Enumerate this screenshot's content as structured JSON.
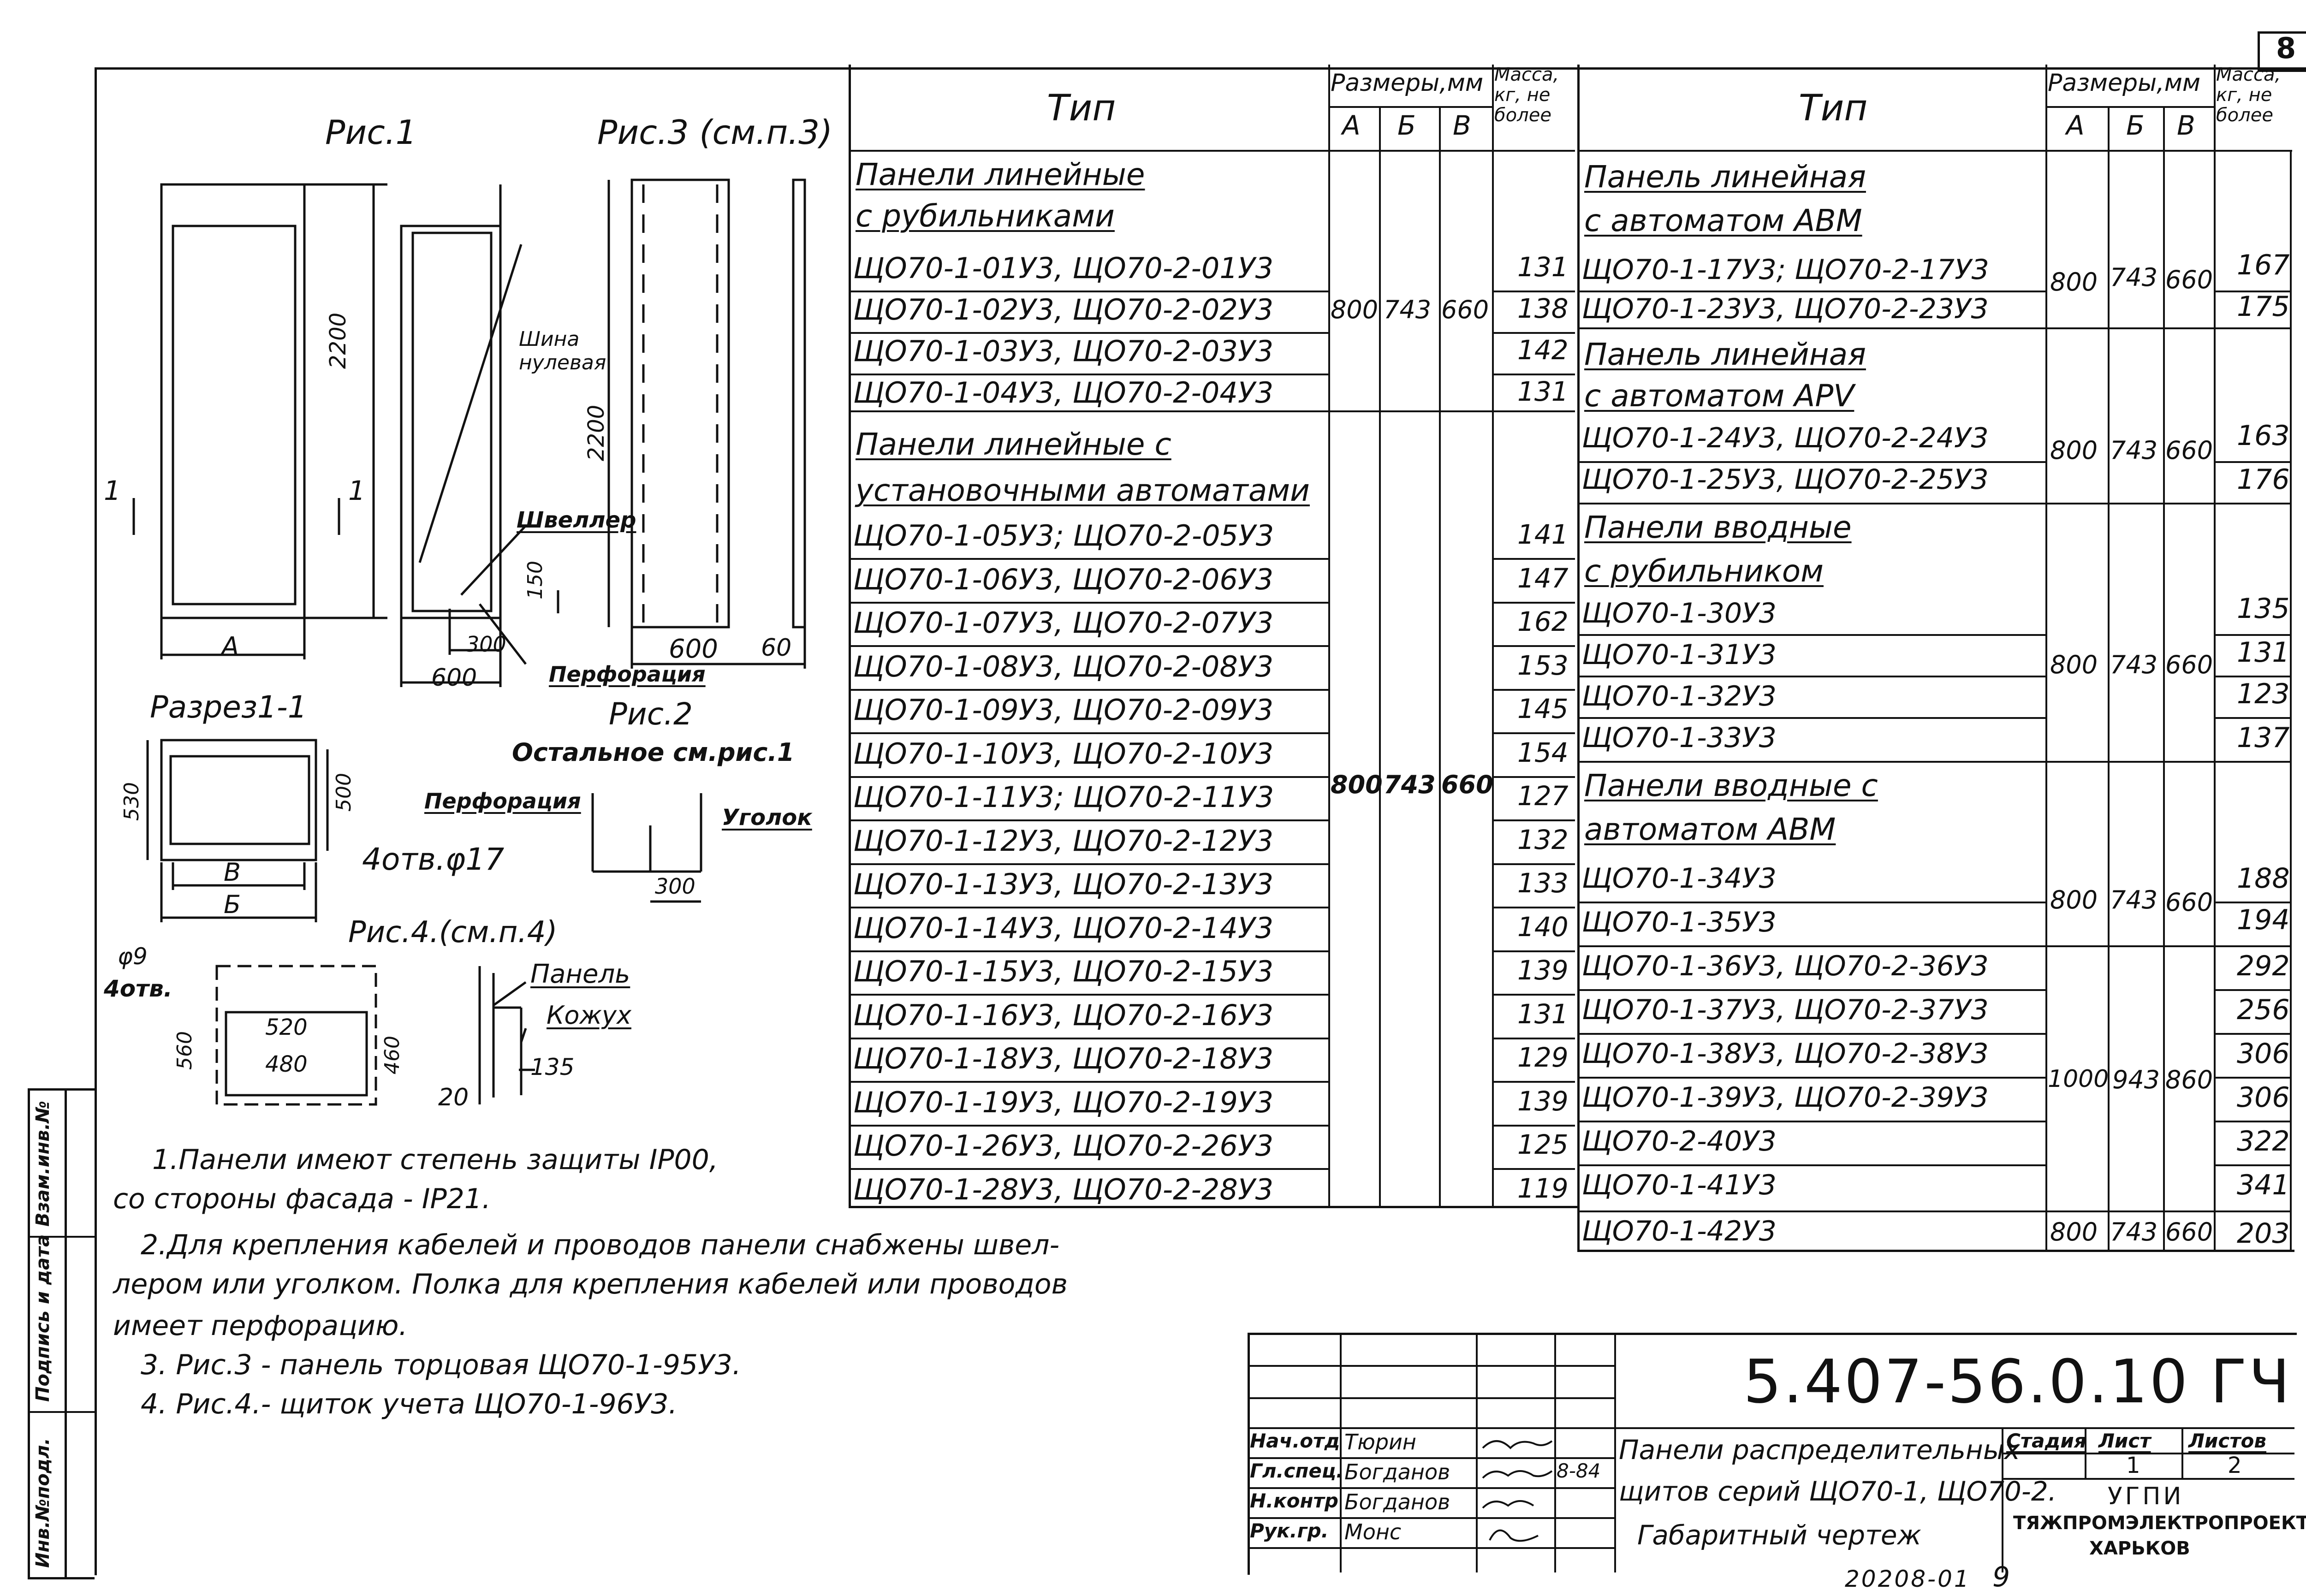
{
  "sheet_number": "8",
  "drawing": {
    "fig1_title": "Рис.1",
    "fig3_title": "Рис.3 (см.п.3)",
    "fig2_title": "Рис.2",
    "section_title": "Разрез1-1",
    "fig4_title": "Рис.4.(см.п.4)",
    "rest_see": "Остальное см.рис.1",
    "dim_2200_a": "2200",
    "dim_2200_b": "2200",
    "dim_A": "А",
    "dim_150": "150",
    "dim_300": "300",
    "dim_600_a": "600",
    "dim_600_b": "600",
    "dim_60": "60",
    "dim_530": "530",
    "dim_500": "500",
    "dim_B": "В",
    "dim_Bb": "Б",
    "dim_300_b": "300",
    "dim_9": "φ9",
    "holes_4": "4отв.",
    "dim_520": "520",
    "dim_480": "480",
    "dim_560": "560",
    "dim_460": "460",
    "dim_135": "135",
    "dim_20": "20",
    "section_mark_a": "1",
    "section_mark_b": "1",
    "lbl_bus": "Шина нулевая",
    "lbl_channel": "Швеллер",
    "lbl_perf_a": "Перфорация",
    "lbl_perf_b": "Перфорация",
    "lbl_angle": "Уголок",
    "lbl_holes17": "4отв.φ17",
    "lbl_panel": "Панель",
    "lbl_casing": "Кожух"
  },
  "notes": [
    "1.Панели имеют степень защиты IP00,",
    "со стороны фасада - IP21.",
    "2.Для крепления кабелей и проводов панели снабжены швел-",
    "лером или уголком. Полка для крепления кабелей или проводов",
    "имеет перфорацию.",
    "3. Рис.3 - панель торцовая ЩО70-1-95У3.",
    "4. Рис.4.- щиток учета ЩО70-1-96У3."
  ],
  "table_headers": {
    "type": "Тип",
    "sizes": "Размеры,мм",
    "mass": "Масса, кг, не более",
    "A": "А",
    "B": "Б",
    "V": "В"
  },
  "table_left": {
    "groups": [
      {
        "title1": "Панели линейные",
        "title2": "с рубильниками"
      },
      {
        "title1": "Панели линейные с",
        "title2": "установочными автоматами"
      }
    ],
    "g1_rows": [
      {
        "type": "ЩО70-1-01У3, ЩО70-2-01У3",
        "mass": "131"
      },
      {
        "type": "ЩО70-1-02У3, ЩО70-2-02У3",
        "mass": "138"
      },
      {
        "type": "ЩО70-1-03У3, ЩО70-2-03У3",
        "mass": "142"
      },
      {
        "type": "ЩО70-1-04У3, ЩО70-2-04У3",
        "mass": "131"
      }
    ],
    "g1_sizes": {
      "A": "800",
      "B": "743",
      "V": "660"
    },
    "g2_rows": [
      {
        "type": "ЩО70-1-05У3; ЩО70-2-05У3",
        "mass": "141"
      },
      {
        "type": "ЩО70-1-06У3, ЩО70-2-06У3",
        "mass": "147"
      },
      {
        "type": "ЩО70-1-07У3, ЩО70-2-07У3",
        "mass": "162"
      },
      {
        "type": "ЩО70-1-08У3, ЩО70-2-08У3",
        "mass": "153"
      },
      {
        "type": "ЩО70-1-09У3, ЩО70-2-09У3",
        "mass": "145"
      },
      {
        "type": "ЩО70-1-10У3, ЩО70-2-10У3",
        "mass": "154"
      },
      {
        "type": "ЩО70-1-11У3; ЩО70-2-11У3",
        "mass": "127"
      },
      {
        "type": "ЩО70-1-12У3, ЩО70-2-12У3",
        "mass": "132"
      },
      {
        "type": "ЩО70-1-13У3, ЩО70-2-13У3",
        "mass": "133"
      },
      {
        "type": "ЩО70-1-14У3, ЩО70-2-14У3",
        "mass": "140"
      },
      {
        "type": "ЩО70-1-15У3, ЩО70-2-15У3",
        "mass": "139"
      },
      {
        "type": "ЩО70-1-16У3, ЩО70-2-16У3",
        "mass": "131"
      },
      {
        "type": "ЩО70-1-18У3, ЩО70-2-18У3",
        "mass": "129"
      },
      {
        "type": "ЩО70-1-19У3, ЩО70-2-19У3",
        "mass": "139"
      },
      {
        "type": "ЩО70-1-26У3, ЩО70-2-26У3",
        "mass": "125"
      },
      {
        "type": "ЩО70-1-28У3, ЩО70-2-28У3",
        "mass": "119"
      }
    ],
    "g2_sizes": {
      "A": "800",
      "B": "743",
      "V": "660"
    }
  },
  "table_right": {
    "g1_title1": "Панель линейная",
    "g1_title2": "с автоматом АВМ",
    "g1_rows": [
      {
        "type": "ЩО70-1-17У3; ЩО70-2-17У3",
        "mass": "167"
      },
      {
        "type": "ЩО70-1-23У3, ЩО70-2-23У3",
        "mass": "175"
      }
    ],
    "g1_sizes": {
      "A": "800",
      "B": "743",
      "V": "660"
    },
    "g2_title1": "Панель линейная",
    "g2_title2": "с автоматом APV",
    "g2_rows": [
      {
        "type": "ЩО70-1-24У3, ЩО70-2-24У3",
        "mass": "163"
      },
      {
        "type": "ЩО70-1-25У3, ЩО70-2-25У3",
        "mass": "176"
      }
    ],
    "g2_sizes": {
      "A": "800",
      "B": "743",
      "V": "660"
    },
    "g3_title1": "Панели вводные",
    "g3_title2": "с рубильником",
    "g3_rows": [
      {
        "type": "ЩО70-1-30У3",
        "mass": "135"
      },
      {
        "type": "ЩО70-1-31У3",
        "mass": "131"
      },
      {
        "type": "ЩО70-1-32У3",
        "mass": "123"
      },
      {
        "type": "ЩО70-1-33У3",
        "mass": "137"
      }
    ],
    "g3_sizes": {
      "A": "800",
      "B": "743",
      "V": "660"
    },
    "g4_title1": "Панели вводные с",
    "g4_title2": "автоматом АВМ",
    "g4_rows": [
      {
        "type": "ЩО70-1-34У3",
        "mass": "188"
      },
      {
        "type": "ЩО70-1-35У3",
        "mass": "194"
      }
    ],
    "g4_sizes": {
      "A": "800",
      "B": "743",
      "V": "660"
    },
    "g5_rows": [
      {
        "type": "ЩО70-1-36У3, ЩО70-2-36У3",
        "mass": "292"
      },
      {
        "type": "ЩО70-1-37У3, ЩО70-2-37У3",
        "mass": "256"
      },
      {
        "type": "ЩО70-1-38У3, ЩО70-2-38У3",
        "mass": "306"
      },
      {
        "type": "ЩО70-1-39У3, ЩО70-2-39У3",
        "mass": "306"
      },
      {
        "type": "ЩО70-2-40У3",
        "mass": "322"
      },
      {
        "type": "ЩО70-1-41У3",
        "mass": "341"
      }
    ],
    "g5_sizes": {
      "A": "1000",
      "B": "943",
      "V": "860"
    },
    "g6_row": {
      "type": "ЩО70-1-42У3",
      "A": "800",
      "B": "743",
      "V": "660",
      "mass": "203"
    }
  },
  "side_stamp": [
    "Инв.№подл.",
    "Подпись и дата",
    "Взам.инв.№"
  ],
  "title_block": {
    "doc_code": "5.407-56.0.10 ГЧ",
    "roles": [
      "Нач.отд",
      "Гл.спец.",
      "Н.контр",
      "Рук.гр."
    ],
    "names": [
      "Тюрин",
      "Богданов",
      "Богданов",
      "Монс"
    ],
    "date": "8-84",
    "title_lines": [
      "Панели распределительных",
      "щитов серий ЩО70-1, ЩО70-2.",
      "Габаритный чертеж"
    ],
    "stage_label": "Стадия",
    "sheet_label": "Лист",
    "sheets_label": "Листов",
    "sheet_value": "1",
    "sheets_value": "2",
    "org_lines": [
      "УГПИ",
      "ТЯЖПРОМЭЛЕКТРОПРОЕКТ",
      "ХАРЬКОВ"
    ]
  },
  "footer_code": "20208-01",
  "footer_page": "9"
}
